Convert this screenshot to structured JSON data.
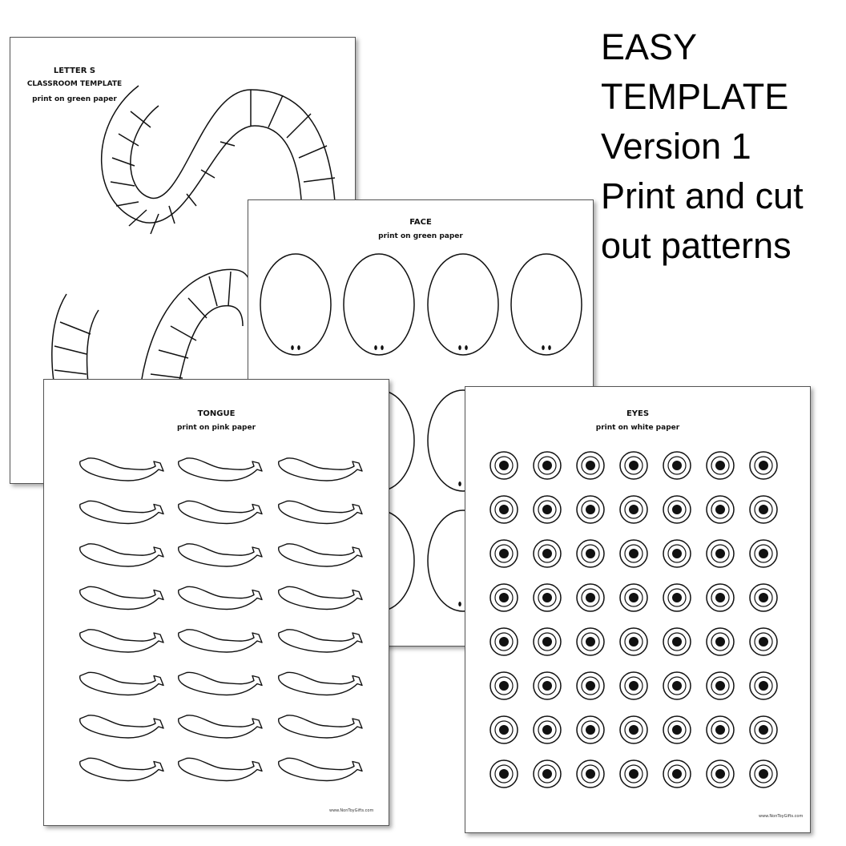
{
  "headline": {
    "lines": [
      "EASY",
      "TEMPLATE",
      "Version 1",
      "Print and cut",
      "out patterns"
    ]
  },
  "sheets": {
    "letter_s": {
      "line1": "LETTER S",
      "line2": "CLASSROOM TEMPLATE",
      "note": "print on green paper"
    },
    "face": {
      "title": "FACE",
      "note": "print on green paper"
    },
    "tongue": {
      "title": "TONGUE",
      "note": "print on pink paper",
      "footer": "www.NonToyGifts.com"
    },
    "eyes": {
      "title": "EYES",
      "note": "print on white paper",
      "footer": "www.NonToyGifts.com"
    }
  }
}
